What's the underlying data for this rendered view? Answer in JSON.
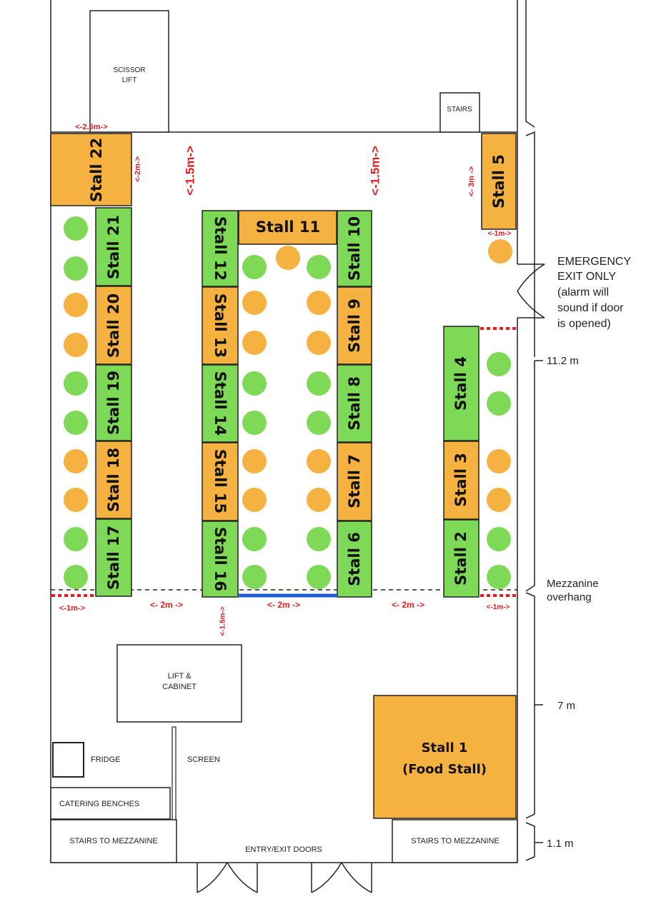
{
  "colors": {
    "green": "#7ed957",
    "orange": "#f5b240",
    "red_dim": "#e21d1d",
    "blue_edge": "#1f5fd6",
    "wall": "#222222"
  },
  "stalls": {
    "s1_line1": "Stall 1",
    "s1_line2": "(Food Stall)",
    "s2": "Stall 2",
    "s3": "Stall 3",
    "s4": "Stall 4",
    "s5": "Stall 5",
    "s6": "Stall 6",
    "s7": "Stall 7",
    "s8": "Stall 8",
    "s9": "Stall 9",
    "s10": "Stall 10",
    "s11": "Stall 11",
    "s12": "Stall 12",
    "s13": "Stall 13",
    "s14": "Stall 14",
    "s15": "Stall 15",
    "s16": "Stall 16",
    "s17": "Stall 17",
    "s18": "Stall 18",
    "s19": "Stall 19",
    "s20": "Stall 20",
    "s21": "Stall 21",
    "s22": "Stall 22"
  },
  "rooms": {
    "scissor_lift_1": "SCISSOR",
    "scissor_lift_2": "LIFT",
    "stairs": "STAIRS",
    "lift_cabinet_1": "LIFT &",
    "lift_cabinet_2": "CABINET",
    "fridge": "FRIDGE",
    "screen": "SCREEN",
    "catering": "CATERING BENCHES",
    "stairs_mezz_left": "STAIRS TO MEZZANINE",
    "stairs_mezz_right": "STAIRS TO MEZZANINE",
    "entry": "ENTRY/EXIT DOORS"
  },
  "notes": {
    "emergency_1": "EMERGENCY",
    "emergency_2": "EXIT ONLY",
    "emergency_3": "(alarm will",
    "emergency_4": "sound if door",
    "emergency_5": "is opened)",
    "mezz_1": "Mezzanine",
    "mezz_2": "overhang",
    "scale_a": "11.2 m",
    "scale_b": "7 m",
    "scale_c": "1.1 m"
  },
  "dimensions": {
    "d_25": "<-2.5m->",
    "d_2v": "<-2m->",
    "d_15_left": "<-1.5m->",
    "d_15_right": "<-1.5m->",
    "d_3": "<- 3m ->",
    "d_1_top": "<-1m->",
    "d_1_bl": "<-1m->",
    "d_2_a": "<- 2m ->",
    "d_15_small": "<-1.5m->",
    "d_2_b": "<- 2m ->",
    "d_2_c": "<- 2m ->",
    "d_1_br": "<-1m->"
  }
}
